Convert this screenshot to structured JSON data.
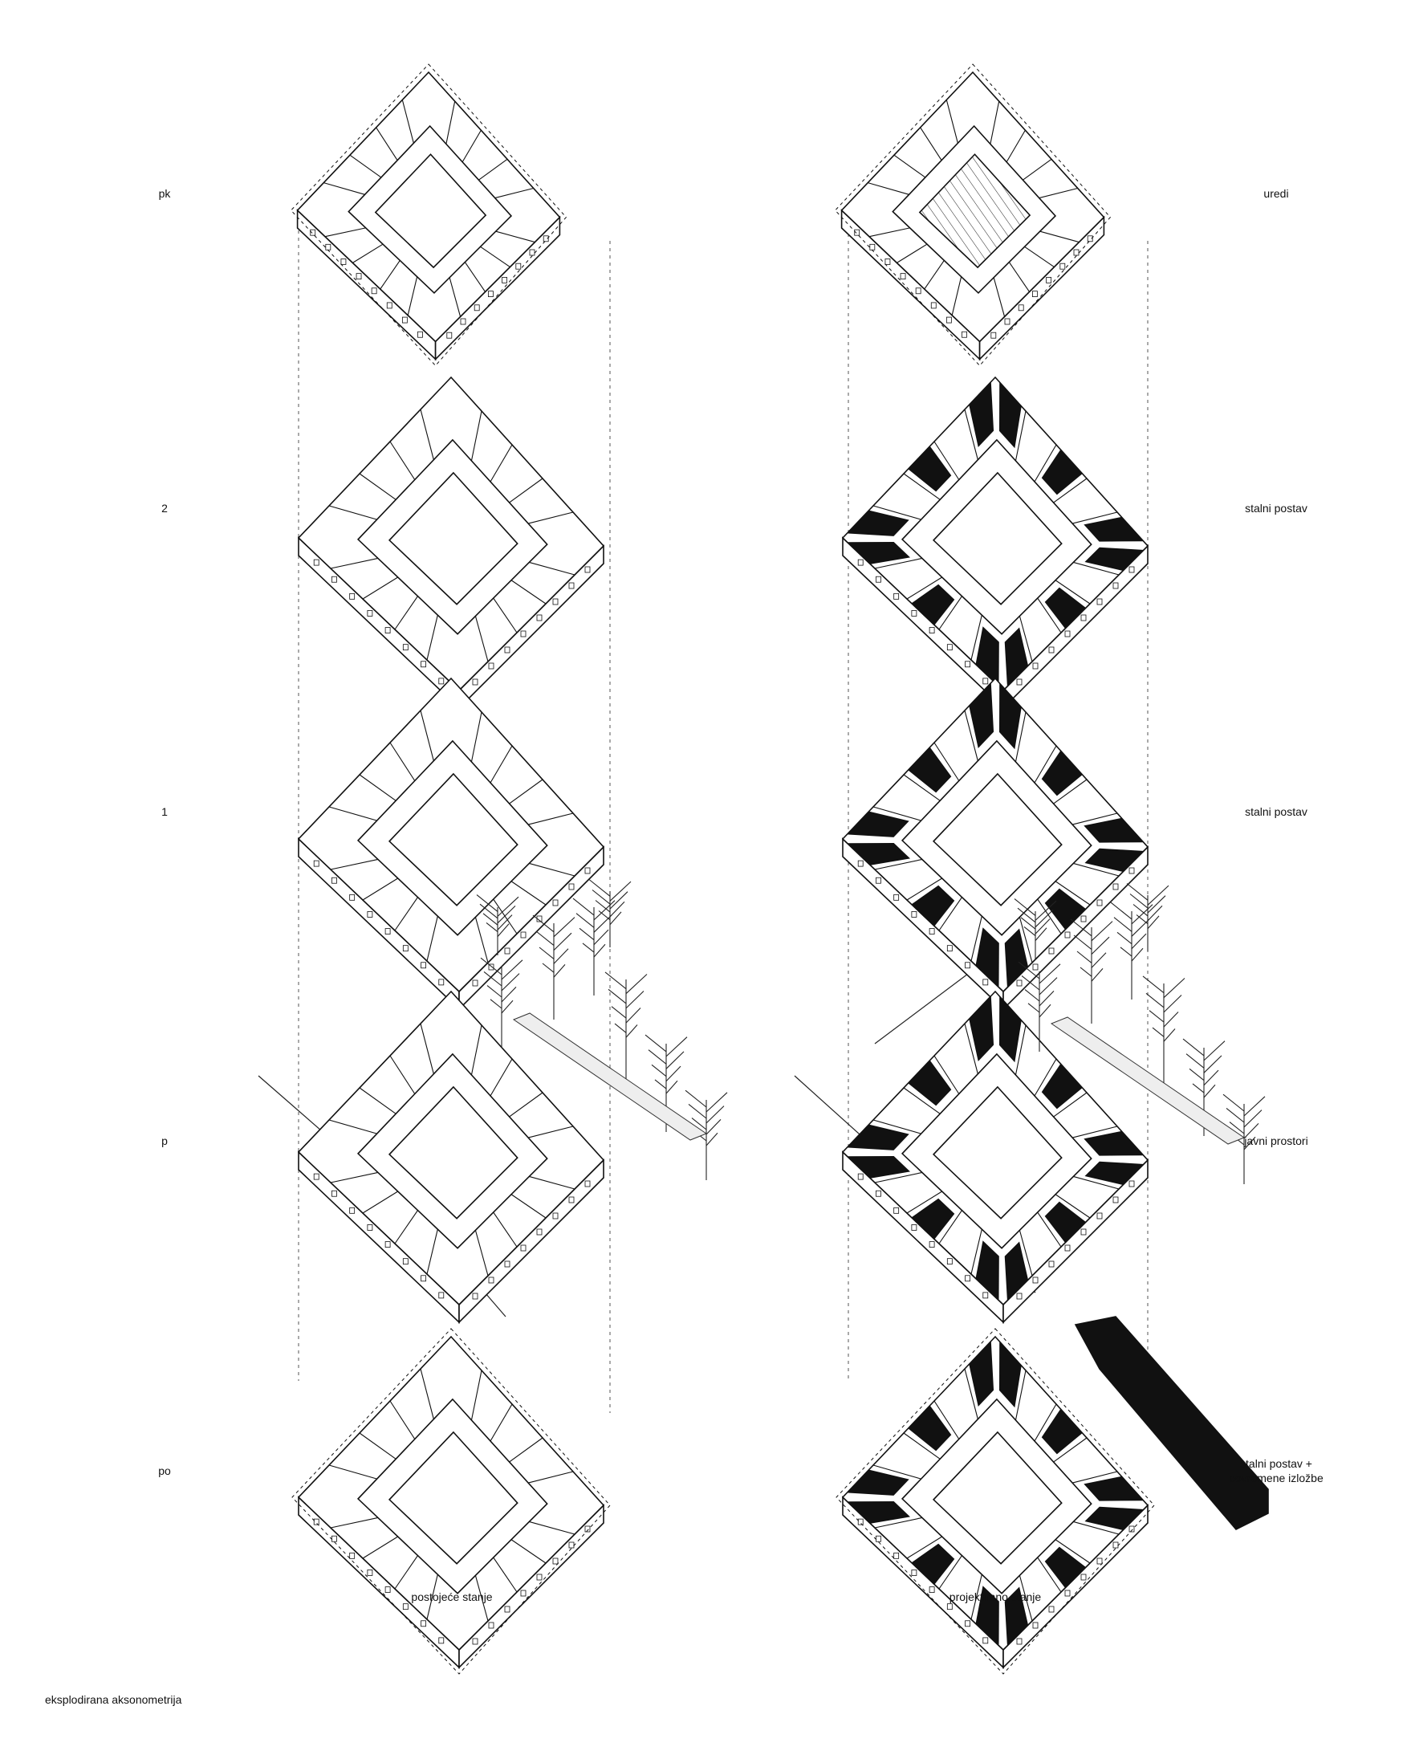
{
  "levels": [
    {
      "left": "pk",
      "right": "uredi"
    },
    {
      "left": "2",
      "right": "stalni postav"
    },
    {
      "left": "1",
      "right": "stalni postav"
    },
    {
      "left": "p",
      "right": "javni prostori"
    },
    {
      "left": "po",
      "right": "stalni postav + povremene izložbe"
    }
  ],
  "columns": {
    "existing": "postojeće stanje",
    "designed": "projektirano stanje"
  },
  "footnote": "eksplodirana aksonometrija"
}
